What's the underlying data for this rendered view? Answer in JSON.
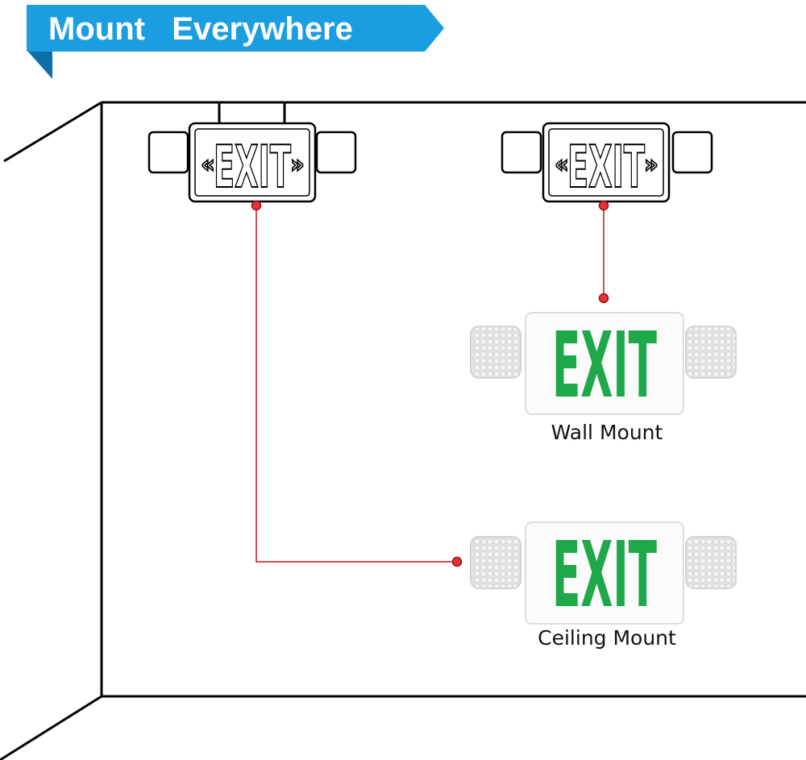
{
  "banner": {
    "title": "Mount   Everywhere",
    "color": "#1a9ee0"
  },
  "captions": {
    "wall": "Wall Mount",
    "ceiling": "Ceiling Mount"
  },
  "signs": {
    "outline_label": "EXIT",
    "outline_arrow_left": "«",
    "outline_arrow_right": "»",
    "green_label": "EXIT",
    "green_color": "#1fa84a"
  },
  "connector_color": "#c4161c"
}
